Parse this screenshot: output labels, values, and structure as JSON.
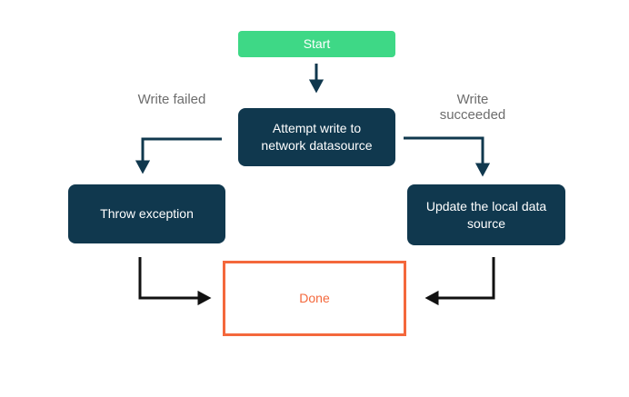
{
  "diagram": {
    "type": "flowchart",
    "nodes": {
      "start": {
        "label": "Start",
        "shape": "rounded-rect",
        "style": "green"
      },
      "attempt": {
        "label": "Attempt write to network datasource",
        "shape": "rounded-rect",
        "style": "dark"
      },
      "throw_exception": {
        "label": "Throw exception",
        "shape": "rounded-rect",
        "style": "dark"
      },
      "update_local": {
        "label": "Update the local data source",
        "shape": "rounded-rect",
        "style": "dark"
      },
      "done": {
        "label": "Done",
        "shape": "rect",
        "style": "orange-outline"
      }
    },
    "edges": [
      {
        "from": "start",
        "to": "attempt",
        "label": "",
        "color": "#10384e"
      },
      {
        "from": "attempt",
        "to": "throw_exception",
        "label": "Write failed",
        "color": "#10384e"
      },
      {
        "from": "attempt",
        "to": "update_local",
        "label": "Write succeeded",
        "color": "#10384e"
      },
      {
        "from": "throw_exception",
        "to": "done",
        "label": "",
        "color": "#111111"
      },
      {
        "from": "update_local",
        "to": "done",
        "label": "",
        "color": "#111111"
      }
    ],
    "colors": {
      "start_fill": "#3ed886",
      "node_fill": "#10384e",
      "node_text": "#ffffff",
      "done_border": "#f4683c",
      "done_text": "#f4683c",
      "edge_navy": "#10384e",
      "edge_black": "#111111",
      "label_gray": "#6d6d6d",
      "background": "#ffffff"
    }
  }
}
